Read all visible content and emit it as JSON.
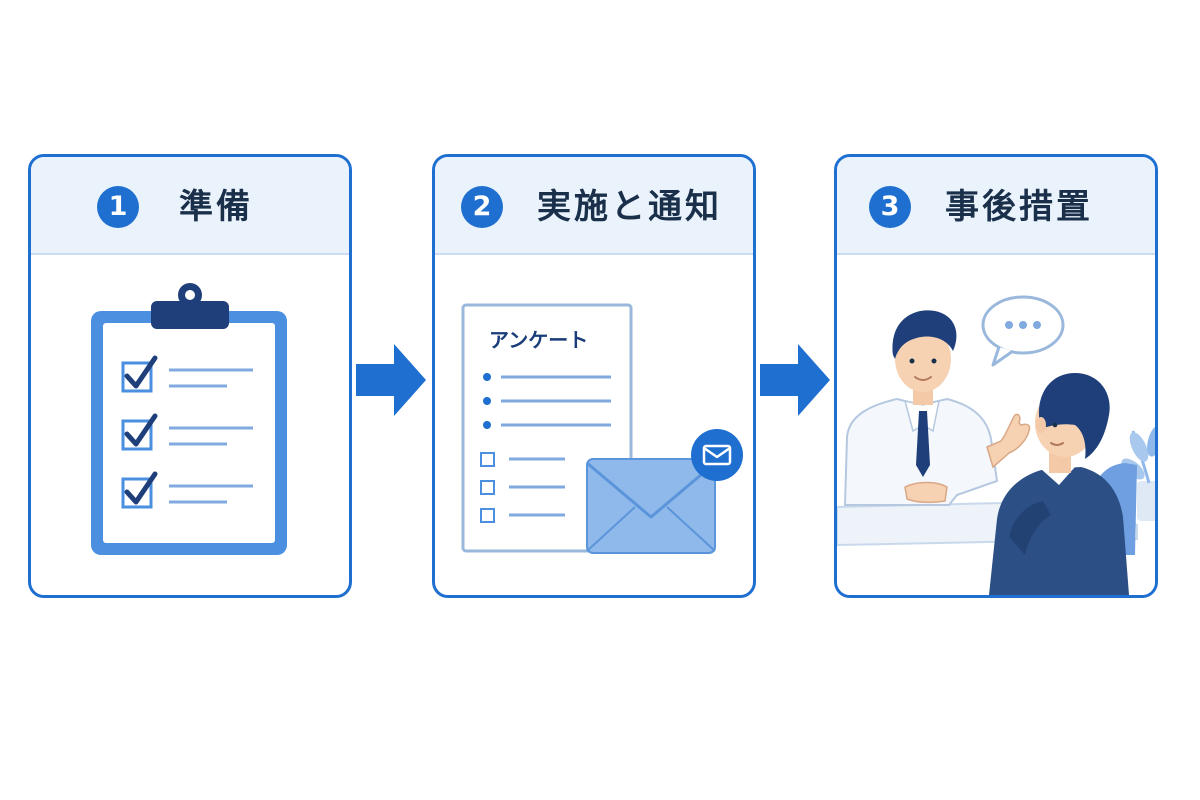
{
  "steps": [
    {
      "number": "1",
      "title": "準備"
    },
    {
      "number": "2",
      "title": "実施と通知",
      "document_label": "アンケート"
    },
    {
      "number": "3",
      "title": "事後措置"
    }
  ],
  "colors": {
    "primary": "#1f6fd1",
    "header_bg": "#eaf3fc",
    "title_text": "#1a2f4a",
    "light_blue": "#8fb9ea"
  },
  "icons": {
    "step1": "clipboard-checklist-icon",
    "step2": "survey-document-envelope-icon",
    "step3": "doctor-consultation-icon"
  }
}
